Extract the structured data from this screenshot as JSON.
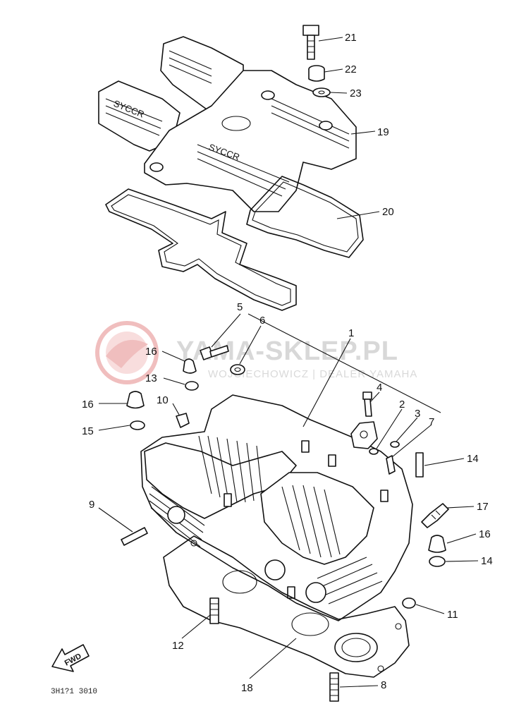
{
  "watermark": {
    "title": "YAMA-SKLEP.PL",
    "subtitle": "WOJCIECHOWICZ | DEALER YAMAHA",
    "logo_color": "#e58a8a"
  },
  "diagram_code": "3H1?1 3010",
  "fwd_label": "FWD",
  "callouts": [
    {
      "id": "c21",
      "label": "21"
    },
    {
      "id": "c22",
      "label": "22"
    },
    {
      "id": "c23",
      "label": "23"
    },
    {
      "id": "c19",
      "label": "19"
    },
    {
      "id": "c20",
      "label": "20"
    },
    {
      "id": "c5",
      "label": "5"
    },
    {
      "id": "c6",
      "label": "6"
    },
    {
      "id": "c1",
      "label": "1"
    },
    {
      "id": "c16a",
      "label": "16"
    },
    {
      "id": "c13",
      "label": "13"
    },
    {
      "id": "c16b",
      "label": "16"
    },
    {
      "id": "c10",
      "label": "10"
    },
    {
      "id": "c15",
      "label": "15"
    },
    {
      "id": "c4",
      "label": "4"
    },
    {
      "id": "c2",
      "label": "2"
    },
    {
      "id": "c3",
      "label": "3"
    },
    {
      "id": "c7",
      "label": "7"
    },
    {
      "id": "c14a",
      "label": "14"
    },
    {
      "id": "c9",
      "label": "9"
    },
    {
      "id": "c17",
      "label": "17"
    },
    {
      "id": "c16c",
      "label": "16"
    },
    {
      "id": "c14b",
      "label": "14"
    },
    {
      "id": "c11",
      "label": "11"
    },
    {
      "id": "c12",
      "label": "12"
    },
    {
      "id": "c18",
      "label": "18"
    },
    {
      "id": "c8",
      "label": "8"
    }
  ]
}
